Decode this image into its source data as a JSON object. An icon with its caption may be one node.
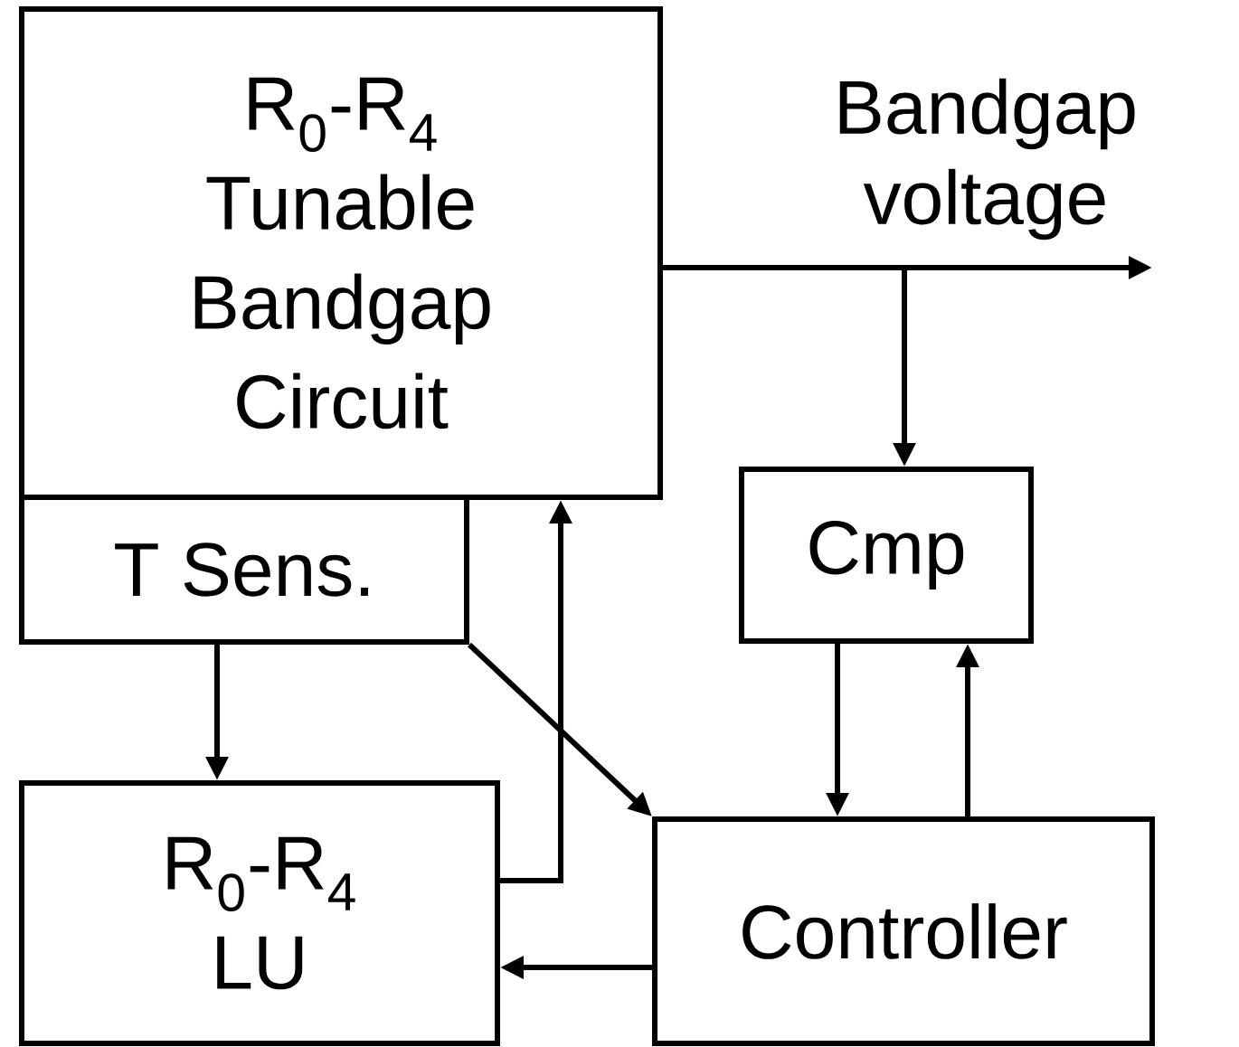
{
  "diagram": {
    "nodes": [
      {
        "text": [
          "R$_{0}$-R$_{4}$ Tunable Bandgap Circuit"
        ]
      },
      {
        "text": [
          "Cmp"
        ]
      },
      {
        "text": [
          "T Sens."
        ]
      },
      {
        "text": [
          "R$_{0}$-R$_{4}$ LU"
        ]
      },
      {
        "text": [
          "Controller"
        ]
      }
    ],
    "edges": [
      {
        "from": 0,
        "to": null,
        "arrow": "to",
        "label": "Bandgap voltage"
      },
      {
        "from": 0,
        "to": 1,
        "arrow": "to"
      },
      {
        "from": 2,
        "to": 3,
        "arrow": "to"
      },
      {
        "from": 2,
        "to": 4,
        "arrow": "to"
      },
      {
        "from": 3,
        "to": 0,
        "arrow": "to"
      },
      {
        "from": 4,
        "to": 3,
        "arrow": "to"
      },
      {
        "from": 1,
        "to": 4,
        "arrow": "to"
      },
      {
        "from": 4,
        "to": 1,
        "arrow": "to"
      }
    ]
  }
}
